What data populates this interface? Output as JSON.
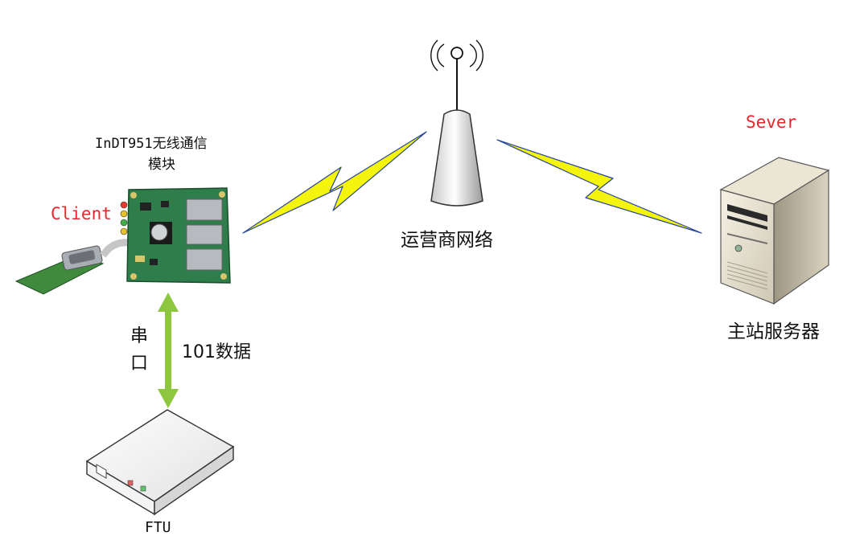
{
  "labels": {
    "module_name_line1": "InDT951无线通信",
    "module_name_line2": "模块",
    "client": "Client",
    "tower": "运营商网络",
    "server_title": "Sever",
    "server_caption": "主站服务器",
    "serial_char1": "串",
    "serial_char2": "口",
    "data_label": "101数据",
    "ftu": "FTU"
  },
  "colors": {
    "accent_red": "#e8262c",
    "lightning_fill": "#f4f40c",
    "lightning_edge": "#27459a",
    "arrow_green": "#8dc63f",
    "pcb_green": "#2e7d4a",
    "text": "#111111"
  },
  "icons": {
    "module": "pcb-module-icon",
    "tower": "antenna-tower-icon",
    "server": "server-tower-icon",
    "ftu": "ftu-box-icon"
  }
}
